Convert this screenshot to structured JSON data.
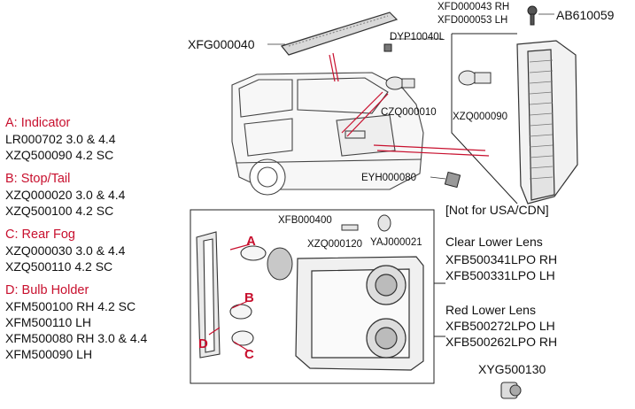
{
  "legend": {
    "a": {
      "heading": "A: Indicator",
      "lines": [
        "LR000702 3.0 & 4.4",
        "XZQ500090 4.2 SC"
      ]
    },
    "b": {
      "heading": "B: Stop/Tail",
      "lines": [
        "XZQ000020 3.0 & 4.4",
        "XZQ500100 4.2 SC"
      ]
    },
    "c": {
      "heading": "C: Rear Fog",
      "lines": [
        "XZQ000030 3.0 & 4.4",
        "XZQ500110 4.2 SC"
      ]
    },
    "d": {
      "heading": "D: Bulb Holder",
      "lines": [
        "XFM500100 RH 4.2 SC",
        "XFM500110 LH",
        "XFM500080 RH 3.0 & 4.4",
        "XFM500090 LH"
      ]
    }
  },
  "parts": {
    "xfg": "XFG000040",
    "dyp": "DYP10040L",
    "xfd_rh": "XFD000043 RH",
    "xfd_lh": "XFD000053 LH",
    "ab": "AB610059",
    "czq": "CZQ000010",
    "xzq90": "XZQ000090",
    "eyh": "EYH000080",
    "not_usa": "[Not for USA/CDN]",
    "xfb400": "XFB000400",
    "xzq120": "XZQ000120",
    "yaj": "YAJ000021",
    "xyg": "XYG500130"
  },
  "lenses": {
    "clear_title": "Clear Lower Lens",
    "clear_rh": "XFB500341LPO RH",
    "clear_lh": "XFB500331LPO LH",
    "red_title": "Red Lower Lens",
    "red_lh": "XFB500272LPO LH",
    "red_rh": "XFB500262LPO RH"
  },
  "letters": {
    "a": "A",
    "b": "B",
    "c": "C",
    "d": "D"
  },
  "colors": {
    "accent_red": "#c8102e",
    "line": "#333333"
  }
}
